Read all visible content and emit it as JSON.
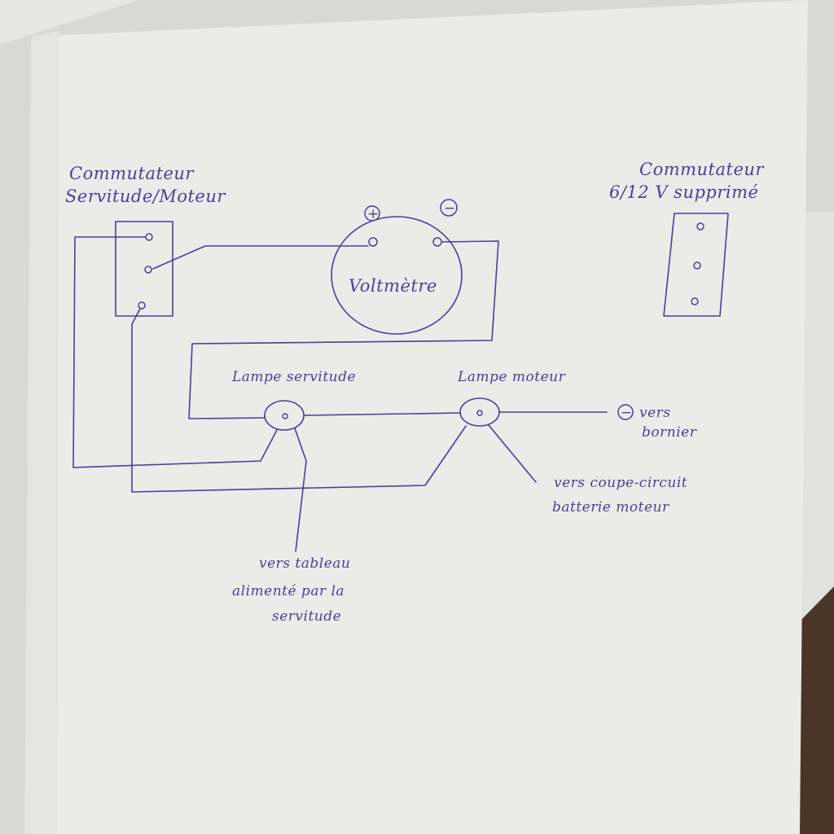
{
  "diagram": {
    "commutateur_left": {
      "line1": "Commutateur",
      "line2": "Servitude/Moteur"
    },
    "commutateur_right": {
      "line1": "Commutateur",
      "line2": "6/12 V supprimé"
    },
    "voltmetre": {
      "label": "Voltmètre",
      "plus": "+",
      "minus": "−"
    },
    "lampe_servitude": "Lampe servitude",
    "lampe_moteur": "Lampe moteur",
    "vers_bornier": {
      "symbol": "−",
      "line1": "vers",
      "line2": "bornier"
    },
    "vers_coupe_circuit": {
      "line1": "vers coupe-circuit",
      "line2": "batterie moteur"
    },
    "vers_tableau": {
      "line1": "vers tableau",
      "line2": "alimenté par la",
      "line3": "servitude"
    }
  },
  "colors": {
    "ink": "#4a3f9a",
    "paper": "#ececea",
    "background": "#d9d9d6",
    "wood": "#4a3526"
  }
}
